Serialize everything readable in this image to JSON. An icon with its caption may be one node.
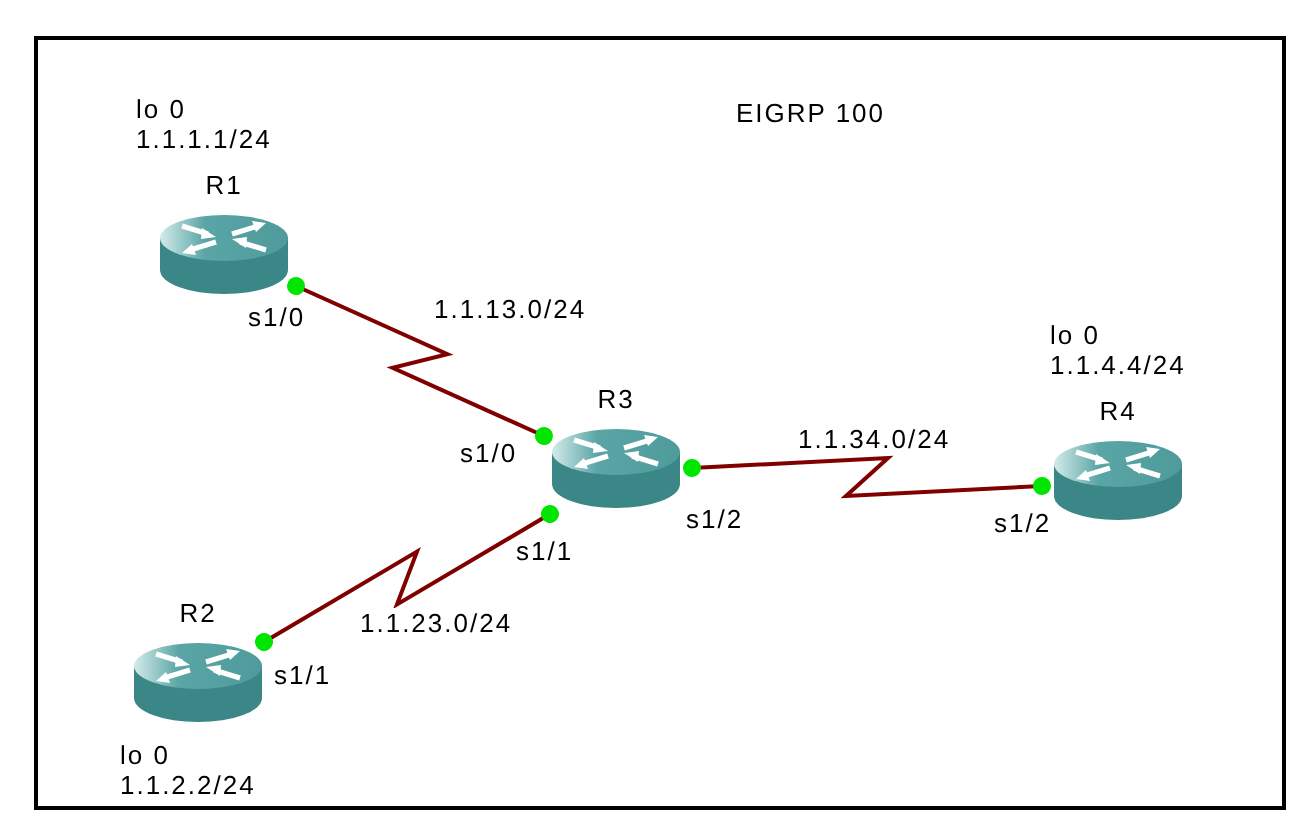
{
  "diagram": {
    "nodes": [
      {
        "text": [
          "R1"
        ],
        "beside": [
          "lo 0",
          "1.1.1.1/24",
          "s1/0"
        ]
      },
      {
        "text": [
          "R3"
        ],
        "beside": [
          "s1/0",
          "s1/2",
          "s1/1"
        ]
      },
      {
        "text": [
          "R4"
        ],
        "beside": [
          "lo 0",
          "1.1.4.4/24",
          "s1/2"
        ]
      },
      {
        "text": [
          "R2"
        ],
        "beside": [
          "s1/1",
          "lo 0",
          "1.1.2.2/24"
        ]
      }
    ],
    "edges": [
      {
        "from": 0,
        "to": 1,
        "arrow": "other",
        "label": "1.1.13.0/24"
      },
      {
        "from": 1,
        "to": 2,
        "arrow": "other",
        "label": "1.1.34.0/24"
      },
      {
        "from": 3,
        "to": 1,
        "arrow": "other",
        "label": "1.1.23.0/24"
      }
    ],
    "labels": [
      "EIGRP 100"
    ]
  }
}
